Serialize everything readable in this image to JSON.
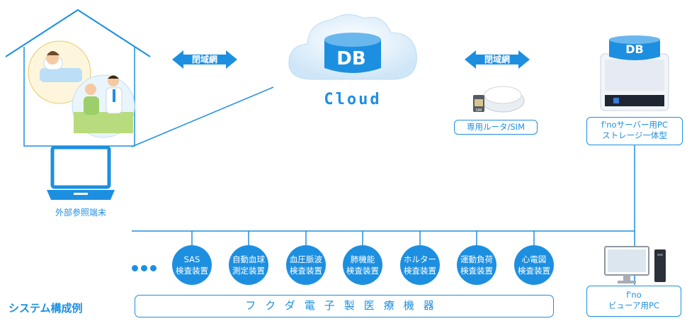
{
  "header_arrows": [
    {
      "label": "閉域網"
    },
    {
      "label": "閉域網"
    }
  ],
  "cloud": {
    "db_label": "DB",
    "label": "Cloud"
  },
  "router": {
    "label": "専用ルータ/SIM",
    "sim_text": "SIM"
  },
  "server": {
    "db_label": "DB",
    "label_line1": "f'noサーバー用PC",
    "label_line2": "ストレージ一体型"
  },
  "terminal": {
    "label": "外部参照端末"
  },
  "devices": [
    {
      "line1": "SAS",
      "line2": "検査装置"
    },
    {
      "line1": "自動血球",
      "line2": "測定装置"
    },
    {
      "line1": "血圧脈波",
      "line2": "検査装置"
    },
    {
      "line1": "肺機能",
      "line2": "検査装置"
    },
    {
      "line1": "ホルター",
      "line2": "検査装置"
    },
    {
      "line1": "運動負荷",
      "line2": "検査装置"
    },
    {
      "line1": "心電図",
      "line2": "検査装置"
    }
  ],
  "banner": {
    "label": "フクダ電子製医療機器"
  },
  "viewer": {
    "label_line1": "f'no",
    "label_line2": "ビューア用PC"
  },
  "caption": "システム構成例",
  "colors": {
    "accent": "#1d8fe0",
    "light": "#e6f2fc"
  }
}
